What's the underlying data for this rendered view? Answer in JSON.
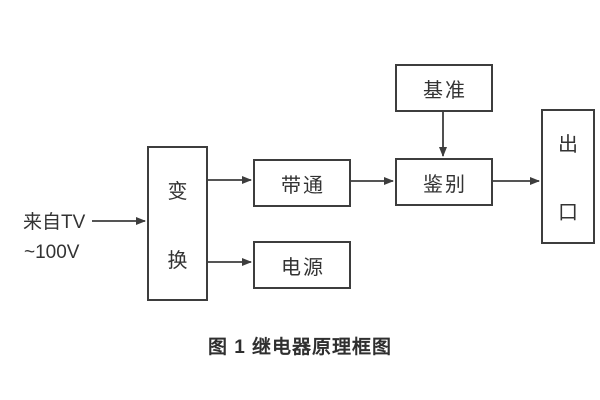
{
  "figure": {
    "type": "block-diagram",
    "caption": "图 1 继电器原理框图"
  },
  "input": {
    "line1": "来自TV",
    "line2": "~100V"
  },
  "blocks": {
    "transform": {
      "label": "变换",
      "chars": [
        "变",
        "换"
      ]
    },
    "bandpass": {
      "label": "带通"
    },
    "power": {
      "label": "电源"
    },
    "reference": {
      "label": "基准"
    },
    "discriminator": {
      "label": "鉴别"
    },
    "output": {
      "label": "出口",
      "chars": [
        "出",
        "口"
      ]
    }
  },
  "connections": [
    {
      "from": "input-tv",
      "to": "transform"
    },
    {
      "from": "transform",
      "to": "bandpass"
    },
    {
      "from": "transform",
      "to": "power"
    },
    {
      "from": "bandpass",
      "to": "discriminator"
    },
    {
      "from": "reference",
      "to": "discriminator"
    },
    {
      "from": "discriminator",
      "to": "output"
    }
  ],
  "colors": {
    "background": "#ffffff",
    "line": "#3d3d3d",
    "text": "#333333"
  }
}
